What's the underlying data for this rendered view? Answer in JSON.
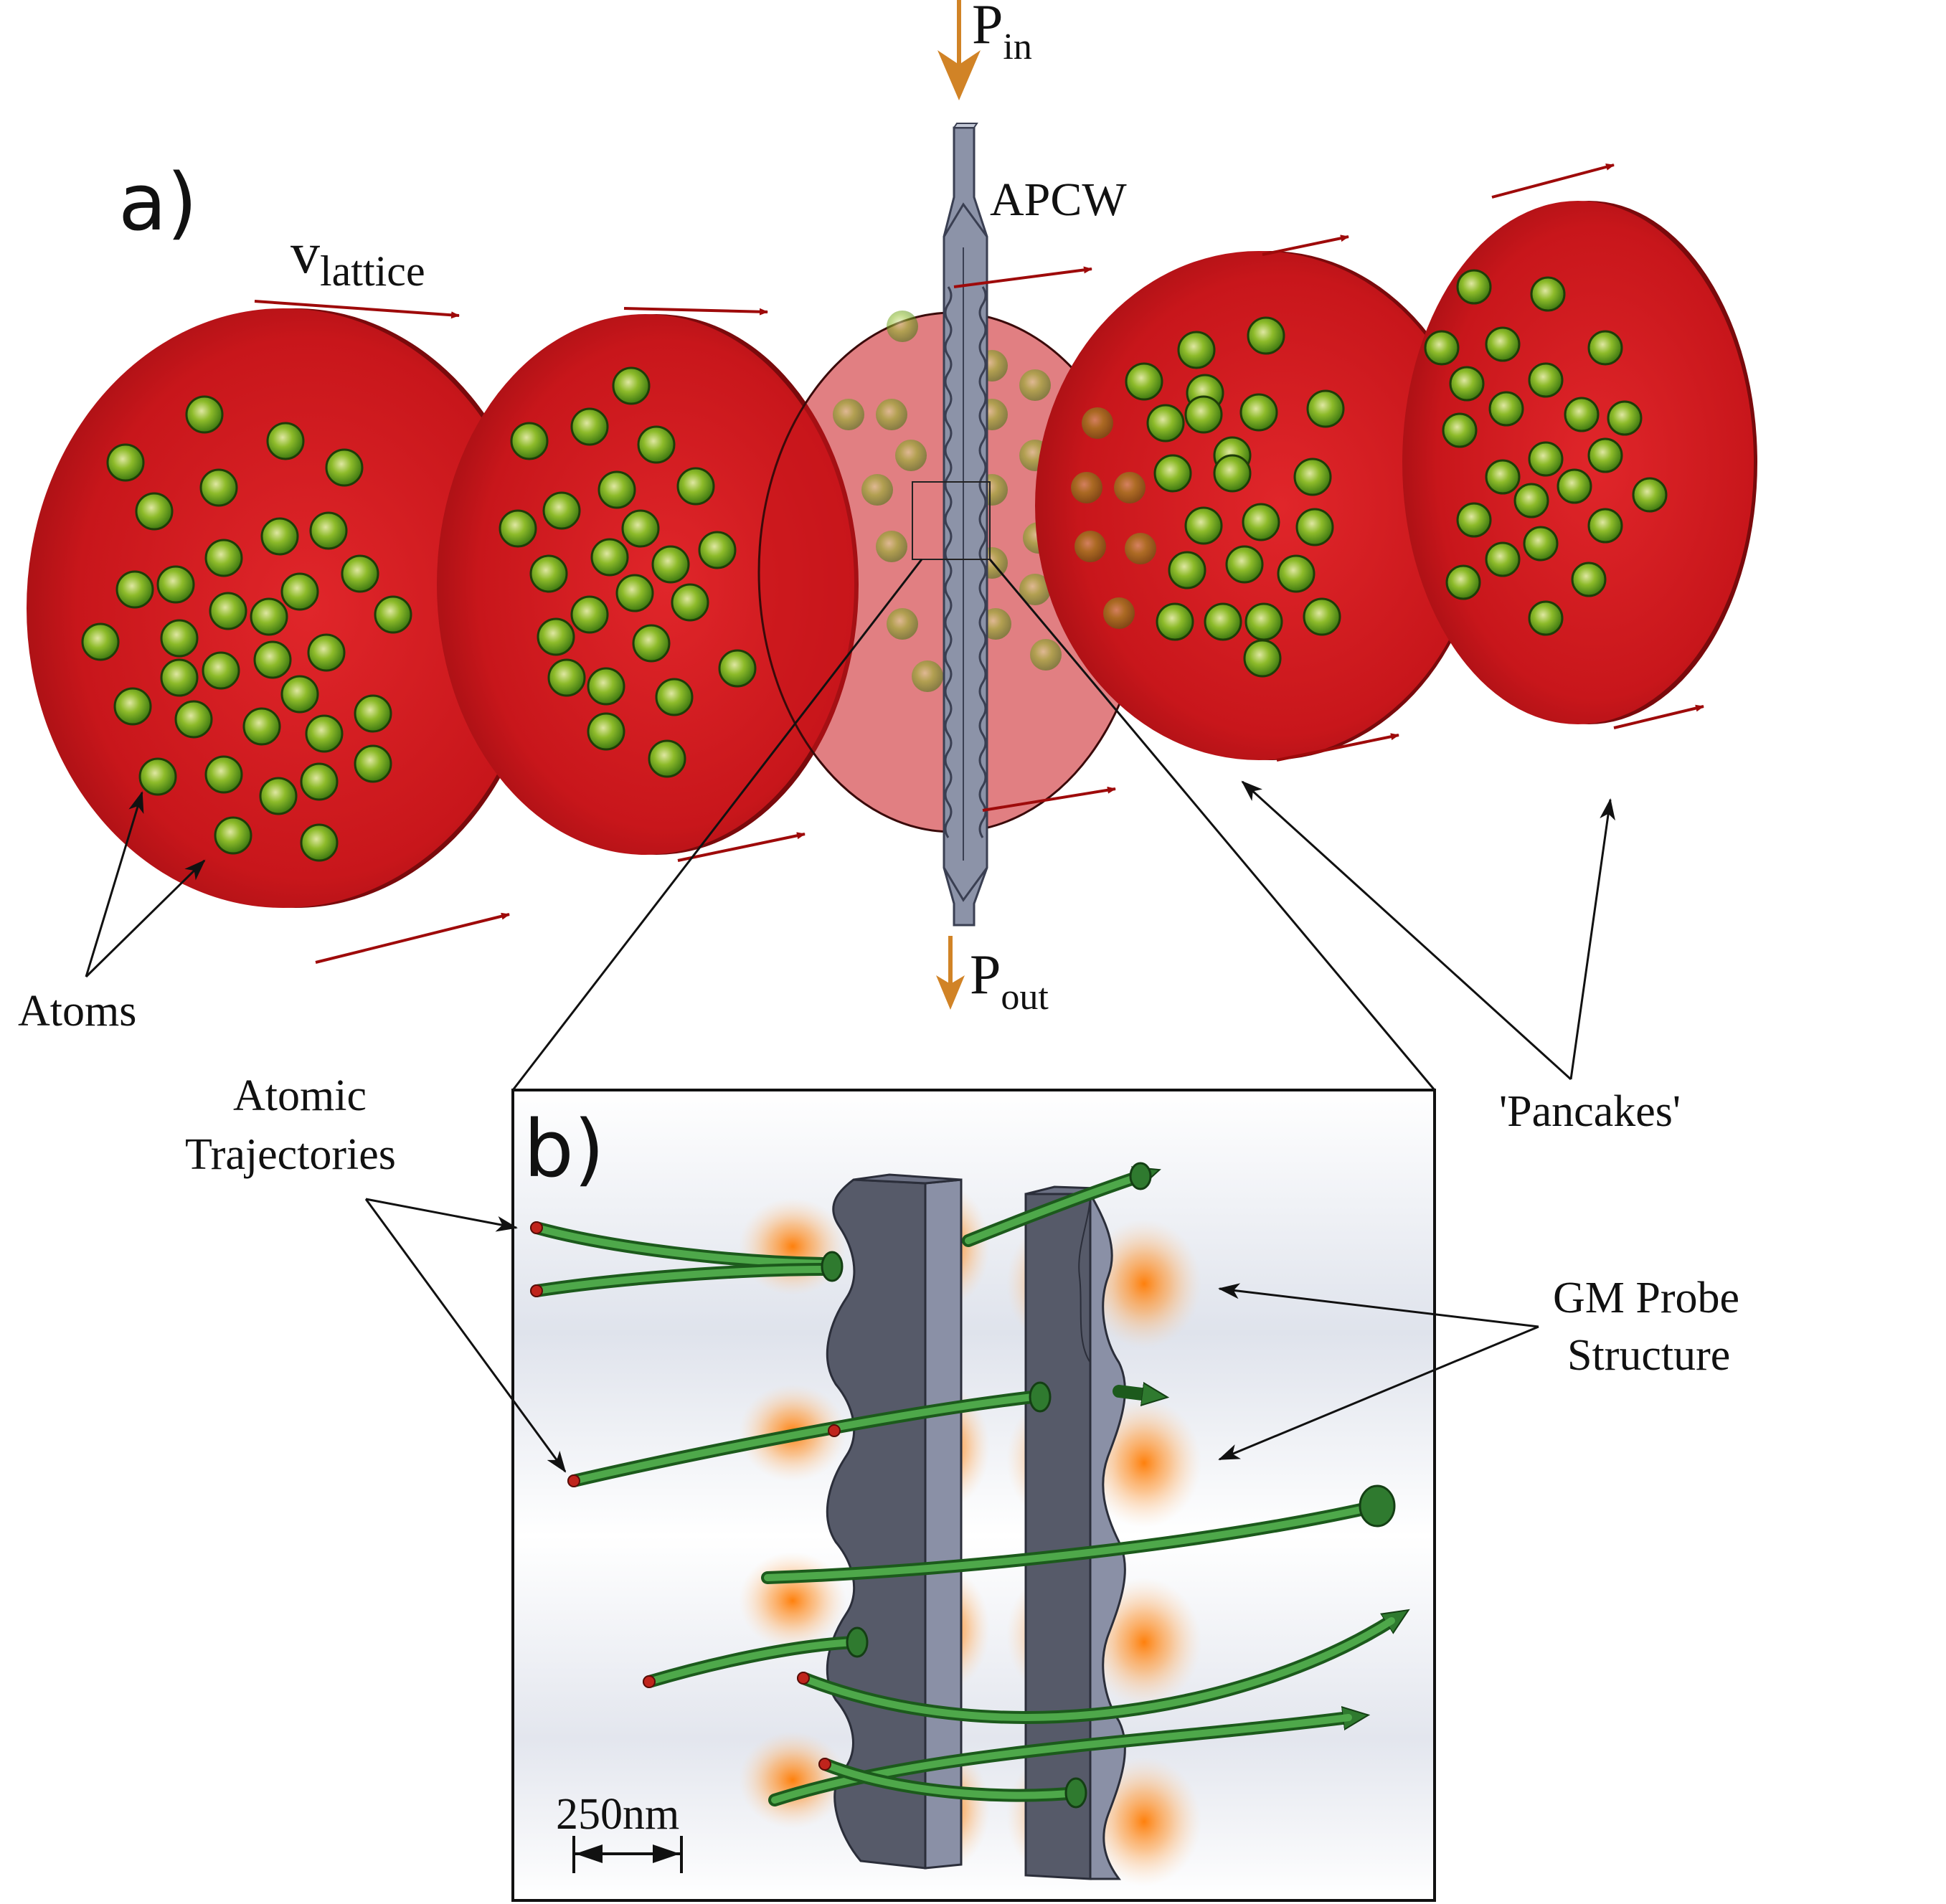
{
  "panel_a": {
    "label": "a)"
  },
  "panel_b": {
    "label": "b)"
  },
  "labels": {
    "v_main": "v",
    "v_sub": "lattice",
    "p_in_main": "P",
    "p_in_sub": "in",
    "p_out_main": "P",
    "p_out_sub": "out",
    "apcw": "APCW",
    "atoms": "Atoms",
    "pancakes": "'Pancakes'",
    "trajectories_line1": "Atomic",
    "trajectories_line2": "Trajectories",
    "gm_line1": "GM Probe",
    "gm_line2": "Structure",
    "scale_bar": "250nm"
  },
  "colors": {
    "pancake": "#c8161b",
    "pancake_dark": "#7a0a0c",
    "atom": "#5fa31c",
    "velocity_arrow": "#9e0a0a",
    "power_arrow": "#d18326",
    "waveguide": "#6a6f82",
    "trajectory": "#2f8a2f",
    "glow": "#ff8a1a"
  },
  "icons": [
    "velocity-arrow-icon",
    "power-in-arrow-icon",
    "power-out-arrow-icon",
    "pointer-arrow-icon",
    "scale-bar-arrow-icon"
  ]
}
